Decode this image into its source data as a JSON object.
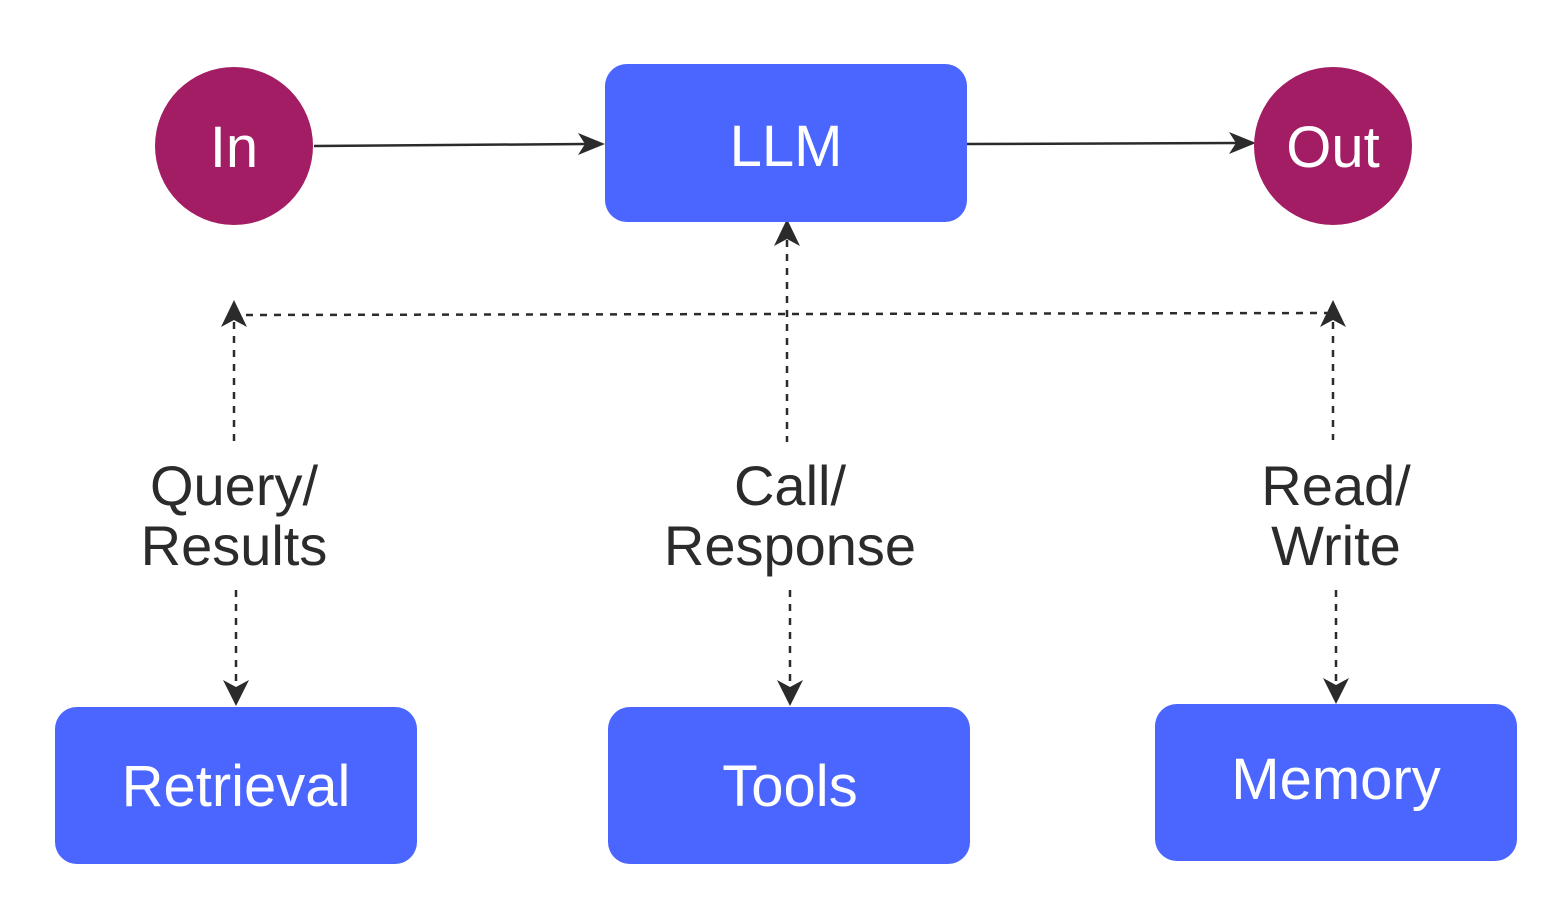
{
  "colors": {
    "endpoint_fill": "#a21d63",
    "component_fill": "#4a66ff",
    "text_on_node": "#ffffff",
    "edge_color": "#2b2b2b",
    "edge_label_color": "#2b2b2b",
    "background": "#ffffff"
  },
  "nodes": {
    "input": {
      "label": "In",
      "shape": "circle"
    },
    "llm": {
      "label": "LLM",
      "shape": "rounded-rect"
    },
    "output": {
      "label": "Out",
      "shape": "circle"
    },
    "retrieval": {
      "label": "Retrieval",
      "shape": "rounded-rect"
    },
    "tools": {
      "label": "Tools",
      "shape": "rounded-rect"
    },
    "memory": {
      "label": "Memory",
      "shape": "rounded-rect"
    }
  },
  "edges": {
    "retrieval": {
      "line1": "Query/",
      "line2": "Results"
    },
    "tools": {
      "line1": "Call/",
      "line2": "Response"
    },
    "memory": {
      "line1": "Read/",
      "line2": "Write"
    }
  }
}
